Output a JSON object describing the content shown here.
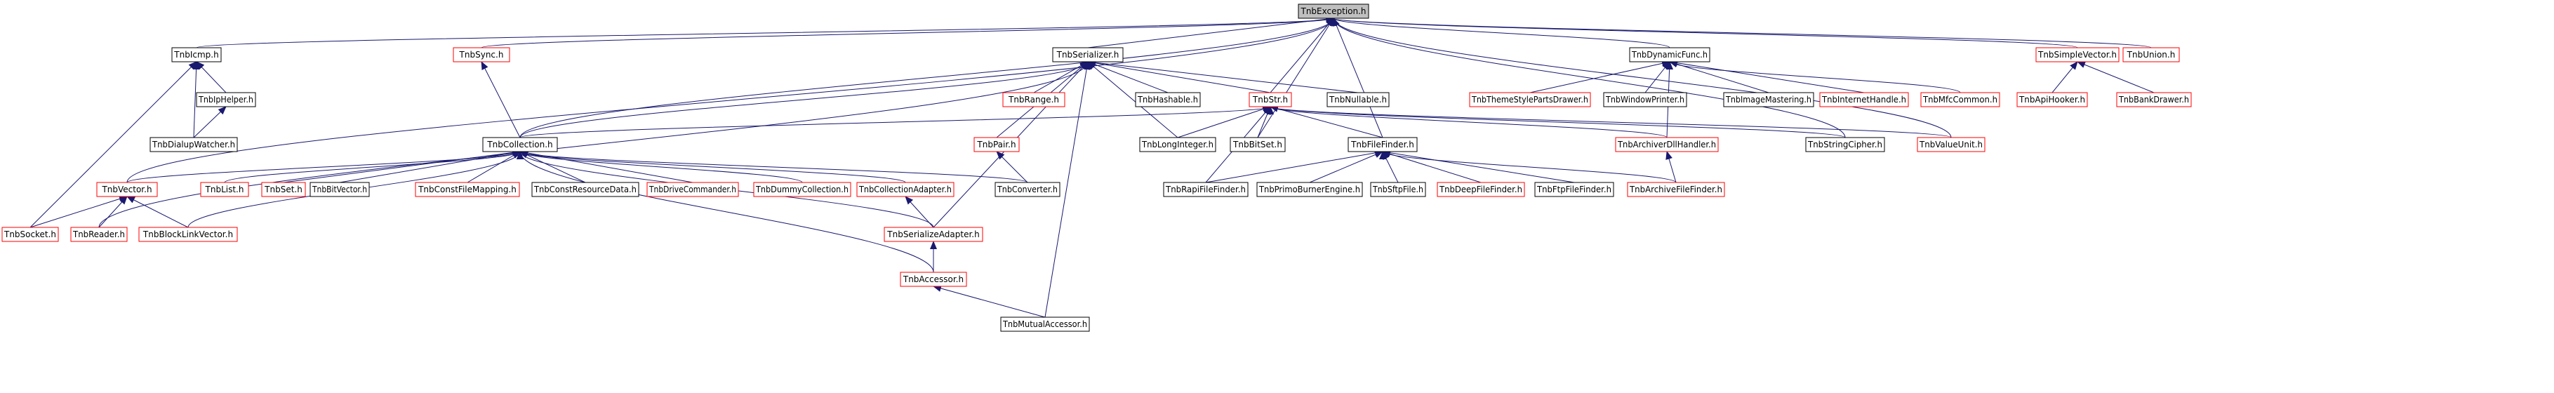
{
  "colors": {
    "root_fill": "#bfbfbf",
    "documented_border": "#000000",
    "undocumented_border": "#ff0000",
    "edge": "#191970",
    "node_fill": "#ffffff"
  },
  "nodes": [
    {
      "id": "exception",
      "label": "TnbException.h",
      "style": "root"
    },
    {
      "id": "icmp",
      "label": "TnbIcmp.h",
      "style": "black"
    },
    {
      "id": "sync",
      "label": "TnbSync.h",
      "style": "red"
    },
    {
      "id": "serializer",
      "label": "TnbSerializer.h",
      "style": "black"
    },
    {
      "id": "dynamicfunc",
      "label": "TnbDynamicFunc.h",
      "style": "black"
    },
    {
      "id": "simplevector",
      "label": "TnbSimpleVector.h",
      "style": "red"
    },
    {
      "id": "union",
      "label": "TnbUnion.h",
      "style": "red"
    },
    {
      "id": "iphelper",
      "label": "TnbIpHelper.h",
      "style": "black"
    },
    {
      "id": "range",
      "label": "TnbRange.h",
      "style": "red"
    },
    {
      "id": "hashable",
      "label": "TnbHashable.h",
      "style": "black"
    },
    {
      "id": "str",
      "label": "TnbStr.h",
      "style": "red"
    },
    {
      "id": "nullable",
      "label": "TnbNullable.h",
      "style": "black"
    },
    {
      "id": "themestyle",
      "label": "TnbThemeStylePartsDrawer.h",
      "style": "red"
    },
    {
      "id": "windowprinter",
      "label": "TnbWindowPrinter.h",
      "style": "black"
    },
    {
      "id": "imagemastering",
      "label": "TnbImageMastering.h",
      "style": "black"
    },
    {
      "id": "internethandle",
      "label": "TnbInternetHandle.h",
      "style": "red"
    },
    {
      "id": "mfccommon",
      "label": "TnbMfcCommon.h",
      "style": "red"
    },
    {
      "id": "apihooker",
      "label": "TnbApiHooker.h",
      "style": "red"
    },
    {
      "id": "bankdrawer",
      "label": "TnbBankDrawer.h",
      "style": "red"
    },
    {
      "id": "dialupwatcher",
      "label": "TnbDialupWatcher.h",
      "style": "black"
    },
    {
      "id": "collection",
      "label": "TnbCollection.h",
      "style": "black"
    },
    {
      "id": "pair",
      "label": "TnbPair.h",
      "style": "red"
    },
    {
      "id": "longinteger",
      "label": "TnbLongInteger.h",
      "style": "black"
    },
    {
      "id": "bitset",
      "label": "TnbBitSet.h",
      "style": "black"
    },
    {
      "id": "filefinder",
      "label": "TnbFileFinder.h",
      "style": "black"
    },
    {
      "id": "archivedllhandler",
      "label": "TnbArchiverDllHandler.h",
      "style": "red"
    },
    {
      "id": "stringcipher",
      "label": "TnbStringCipher.h",
      "style": "black"
    },
    {
      "id": "valueunit",
      "label": "TnbValueUnit.h",
      "style": "red"
    },
    {
      "id": "vector",
      "label": "TnbVector.h",
      "style": "red"
    },
    {
      "id": "list",
      "label": "TnbList.h",
      "style": "red"
    },
    {
      "id": "set",
      "label": "TnbSet.h",
      "style": "red"
    },
    {
      "id": "bitvector",
      "label": "TnbBitVector.h",
      "style": "black"
    },
    {
      "id": "constfilemapping",
      "label": "TnbConstFileMapping.h",
      "style": "red"
    },
    {
      "id": "constresourcedata",
      "label": "TnbConstResourceData.h",
      "style": "black"
    },
    {
      "id": "drivecommander",
      "label": "TnbDriveCommander.h",
      "style": "red"
    },
    {
      "id": "dummycollection",
      "label": "TnbDummyCollection.h",
      "style": "red"
    },
    {
      "id": "collectionadapter",
      "label": "TnbCollectionAdapter.h",
      "style": "red"
    },
    {
      "id": "converter",
      "label": "TnbConverter.h",
      "style": "black"
    },
    {
      "id": "rapifilefinder",
      "label": "TnbRapiFileFinder.h",
      "style": "black"
    },
    {
      "id": "primoburner",
      "label": "TnbPrimoBurnerEngine.h",
      "style": "black"
    },
    {
      "id": "sftpfile",
      "label": "TnbSftpFile.h",
      "style": "black"
    },
    {
      "id": "deepfilefinder",
      "label": "TnbDeepFileFinder.h",
      "style": "red"
    },
    {
      "id": "ftpfilefinder",
      "label": "TnbFtpFileFinder.h",
      "style": "black"
    },
    {
      "id": "archivefilefinder",
      "label": "TnbArchiveFileFinder.h",
      "style": "red"
    },
    {
      "id": "socket",
      "label": "TnbSocket.h",
      "style": "red"
    },
    {
      "id": "reader",
      "label": "TnbReader.h",
      "style": "red"
    },
    {
      "id": "blocklinkvector",
      "label": "TnbBlockLinkVector.h",
      "style": "red"
    },
    {
      "id": "serializeadapter",
      "label": "TnbSerializeAdapter.h",
      "style": "red"
    },
    {
      "id": "accessor",
      "label": "TnbAccessor.h",
      "style": "red"
    },
    {
      "id": "mutualaccessor",
      "label": "TnbMutualAccessor.h",
      "style": "black"
    }
  ],
  "edges": [
    [
      "exception",
      "icmp"
    ],
    [
      "exception",
      "sync"
    ],
    [
      "exception",
      "serializer"
    ],
    [
      "exception",
      "dynamicfunc"
    ],
    [
      "exception",
      "simplevector"
    ],
    [
      "exception",
      "union"
    ],
    [
      "exception",
      "collection"
    ],
    [
      "exception",
      "vector"
    ],
    [
      "exception",
      "str"
    ],
    [
      "exception",
      "bitset"
    ],
    [
      "exception",
      "filefinder"
    ],
    [
      "exception",
      "stringcipher"
    ],
    [
      "exception",
      "valueunit"
    ],
    [
      "icmp",
      "iphelper"
    ],
    [
      "icmp",
      "dialupwatcher"
    ],
    [
      "icmp",
      "socket"
    ],
    [
      "iphelper",
      "dialupwatcher"
    ],
    [
      "sync",
      "collection"
    ],
    [
      "serializer",
      "range"
    ],
    [
      "serializer",
      "hashable"
    ],
    [
      "serializer",
      "str"
    ],
    [
      "serializer",
      "nullable"
    ],
    [
      "serializer",
      "collection"
    ],
    [
      "serializer",
      "pair"
    ],
    [
      "serializer",
      "longinteger"
    ],
    [
      "serializer",
      "reader"
    ],
    [
      "serializer",
      "serializeadapter"
    ],
    [
      "serializer",
      "mutualaccessor"
    ],
    [
      "dynamicfunc",
      "themestyle"
    ],
    [
      "dynamicfunc",
      "windowprinter"
    ],
    [
      "dynamicfunc",
      "imagemastering"
    ],
    [
      "dynamicfunc",
      "internethandle"
    ],
    [
      "dynamicfunc",
      "mfccommon"
    ],
    [
      "dynamicfunc",
      "archivedllhandler"
    ],
    [
      "simplevector",
      "apihooker"
    ],
    [
      "simplevector",
      "bankdrawer"
    ],
    [
      "str",
      "collection"
    ],
    [
      "str",
      "longinteger"
    ],
    [
      "str",
      "bitset"
    ],
    [
      "str",
      "filefinder"
    ],
    [
      "str",
      "archivedllhandler"
    ],
    [
      "str",
      "stringcipher"
    ],
    [
      "str",
      "valueunit"
    ],
    [
      "str",
      "rapifilefinder"
    ],
    [
      "collection",
      "vector"
    ],
    [
      "collection",
      "list"
    ],
    [
      "collection",
      "set"
    ],
    [
      "collection",
      "bitvector"
    ],
    [
      "collection",
      "constfilemapping"
    ],
    [
      "collection",
      "constresourcedata"
    ],
    [
      "collection",
      "drivecommander"
    ],
    [
      "collection",
      "dummycollection"
    ],
    [
      "collection",
      "collectionadapter"
    ],
    [
      "collection",
      "converter"
    ],
    [
      "collection",
      "serializeadapter"
    ],
    [
      "collection",
      "accessor"
    ],
    [
      "collection",
      "blocklinkvector"
    ],
    [
      "pair",
      "converter"
    ],
    [
      "filefinder",
      "rapifilefinder"
    ],
    [
      "filefinder",
      "primoburner"
    ],
    [
      "filefinder",
      "sftpfile"
    ],
    [
      "filefinder",
      "deepfilefinder"
    ],
    [
      "filefinder",
      "ftpfilefinder"
    ],
    [
      "filefinder",
      "archivefilefinder"
    ],
    [
      "archivedllhandler",
      "archivefilefinder"
    ],
    [
      "vector",
      "socket"
    ],
    [
      "vector",
      "reader"
    ],
    [
      "vector",
      "blocklinkvector"
    ],
    [
      "collectionadapter",
      "serializeadapter"
    ],
    [
      "serializeadapter",
      "accessor"
    ],
    [
      "accessor",
      "mutualaccessor"
    ]
  ]
}
